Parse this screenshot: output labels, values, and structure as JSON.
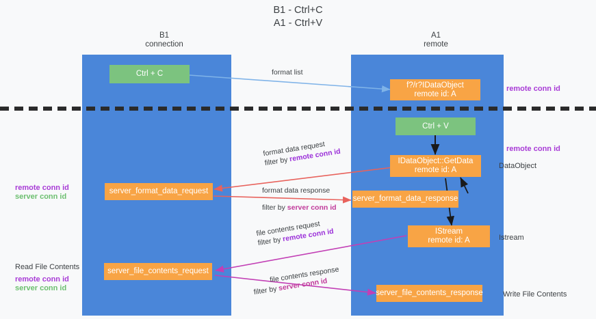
{
  "title": {
    "line1": "B1 - Ctrl+C",
    "line2": "A1 - Ctrl+V"
  },
  "lanes": [
    {
      "id": "b1",
      "name": "B1",
      "sub": "connection",
      "color": "#4a86d9"
    },
    {
      "id": "a1",
      "name": "A1",
      "sub": "remote",
      "color": "#4a86d9"
    }
  ],
  "nodes": {
    "ctrl_c": "Ctrl + C",
    "ctrl_v": "Ctrl + V",
    "idataobject_top_l1": "f?/r?IDataObject",
    "idataobject_top_l2": "remote id: A",
    "getdata_l1": "IDataObject::GetData",
    "getdata_l2": "remote id: A",
    "istream_l1": "IStream",
    "istream_l2": "remote id: A",
    "server_format_data_request": "server_format_data_request",
    "server_format_data_response": "server_format_data_response",
    "server_file_contents_request": "server_file_contents_request",
    "server_file_contents_response": "server_file_contents_response"
  },
  "edges": {
    "format_list": "format list",
    "format_data_request": "format data request",
    "format_data_request_filter_prefix": "filter by ",
    "format_data_request_filter_key": "remote conn id",
    "format_data_response": "format data response",
    "format_data_response_filter_prefix": "filter by ",
    "format_data_response_filter_key": "server conn id",
    "file_contents_request": "file contents request",
    "file_contents_request_filter_prefix": "filter by ",
    "file_contents_request_filter_key": "remote conn id",
    "file_contents_response": "file contents response",
    "file_contents_response_filter_prefix": "filter by ",
    "file_contents_response_filter_key": "server conn id"
  },
  "annotations": {
    "right_remote_conn_id_top": "remote conn id",
    "right_remote_conn_id_mid": "remote conn id",
    "right_dataobject": "DataObject",
    "right_istream": "Istream",
    "right_write_file_contents": "Write File Contents",
    "left_remote_conn_id_mid": "remote conn id",
    "left_server_conn_id_mid": "server conn id",
    "left_read_file_contents": "Read File Contents",
    "left_remote_conn_id_bot": "remote conn id",
    "left_server_conn_id_bot": "server conn id"
  },
  "colors": {
    "lane": "#4a86d9",
    "green_node": "#7cc37f",
    "orange_node": "#f8a445",
    "purple": "#a83bd6",
    "green_text": "#6cbf6f",
    "arrow_blue": "#7fb3e8",
    "arrow_red": "#e8625c",
    "arrow_magenta": "#c23fb5",
    "arrow_black": "#1a1a1a",
    "divider": "#2b2b2b"
  }
}
